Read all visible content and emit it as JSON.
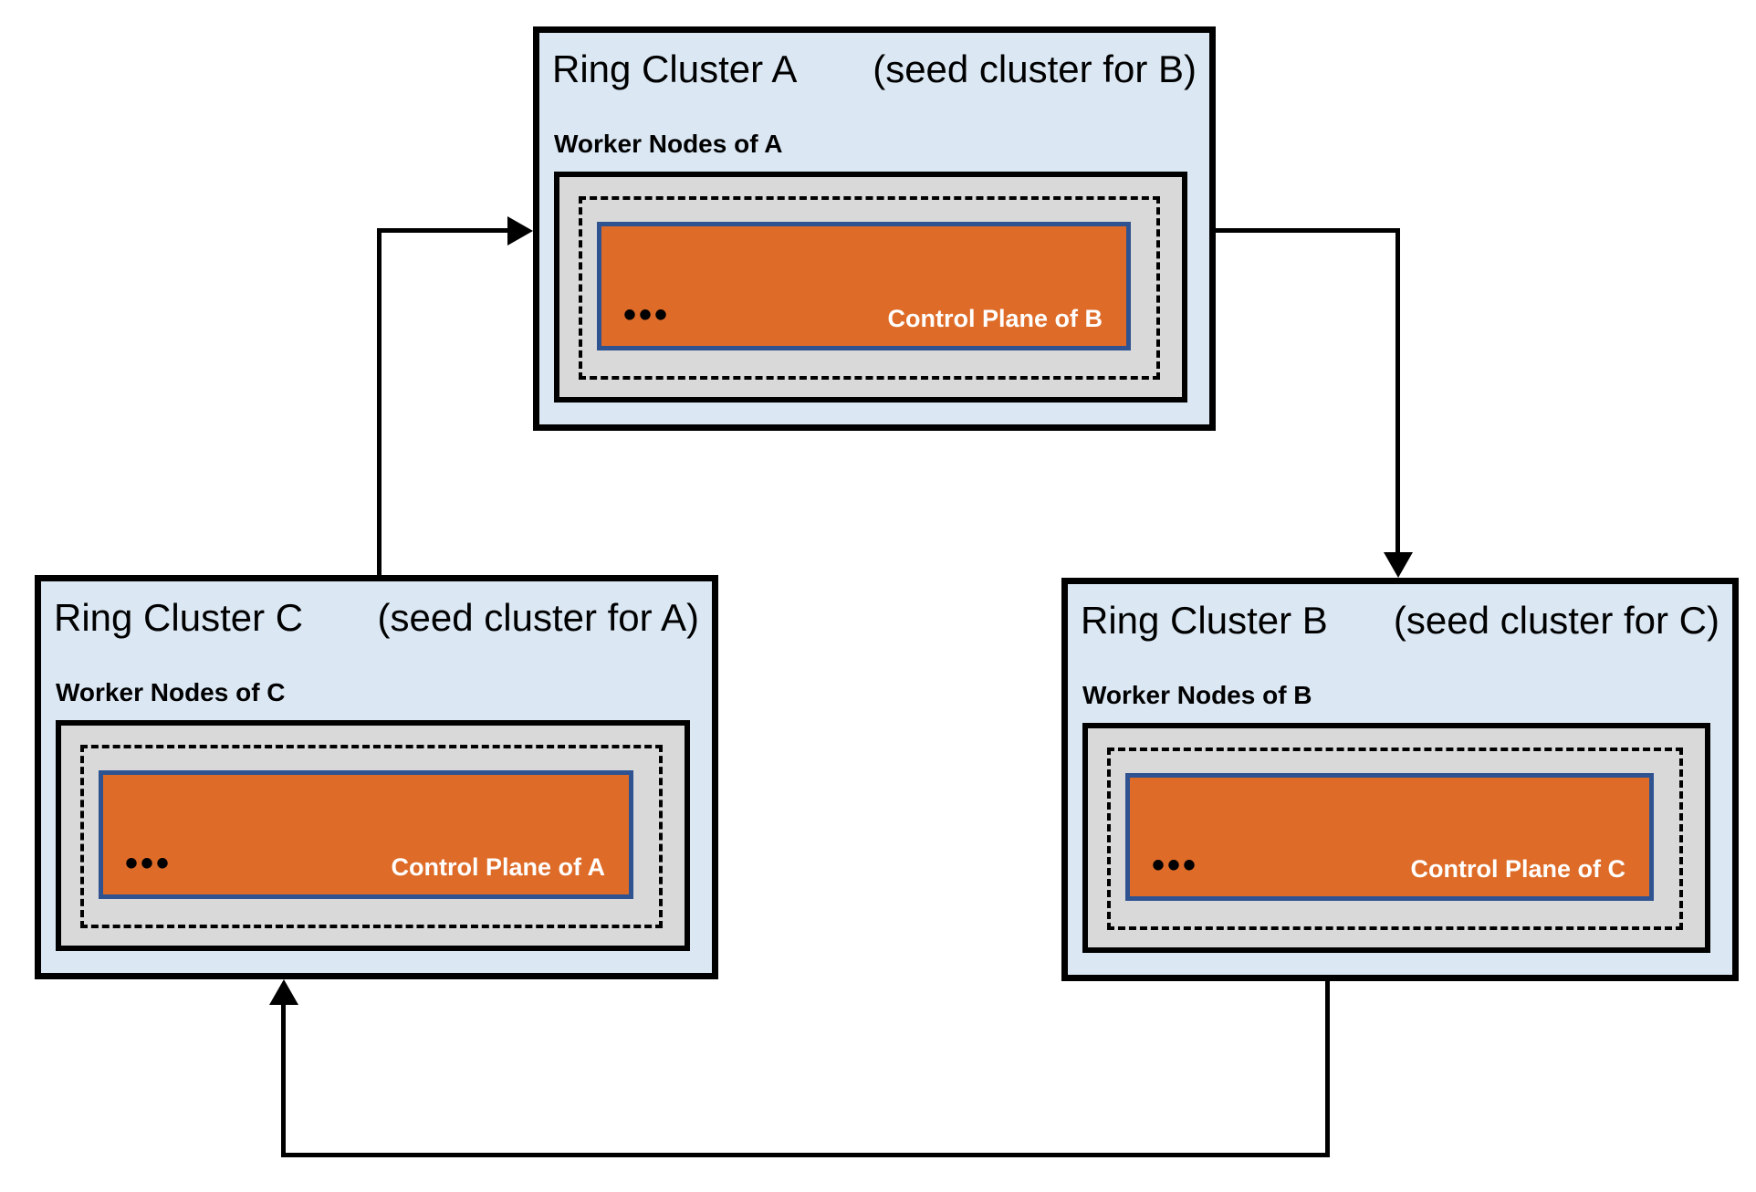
{
  "diagram": {
    "type": "ring-cluster-seed-topology",
    "clusters": [
      {
        "id": "A",
        "title": "Ring Cluster A",
        "seed_note": "(seed cluster for B)",
        "worker_label": "Worker Nodes of A",
        "ellipsis": "•••",
        "control_plane_label": "Control Plane of B"
      },
      {
        "id": "B",
        "title": "Ring Cluster B",
        "seed_note": "(seed cluster for C)",
        "worker_label": "Worker Nodes of B",
        "ellipsis": "•••",
        "control_plane_label": "Control Plane of C"
      },
      {
        "id": "C",
        "title": "Ring Cluster C",
        "seed_note": "(seed cluster for A)",
        "worker_label": "Worker Nodes of C",
        "ellipsis": "•••",
        "control_plane_label": "Control Plane of A"
      }
    ],
    "edges": [
      {
        "from": "Ring Cluster A",
        "to": "Ring Cluster B"
      },
      {
        "from": "Ring Cluster B",
        "to": "Ring Cluster C"
      },
      {
        "from": "Ring Cluster C",
        "to": "Ring Cluster A"
      }
    ],
    "colors": {
      "cluster_bg": "#DBE8F4",
      "worker_bg": "#D9D9D9",
      "control_plane_bg": "#DE6B28",
      "control_plane_border": "#2F5391",
      "line": "#000000",
      "control_plane_text": "#FFFFFF"
    }
  }
}
